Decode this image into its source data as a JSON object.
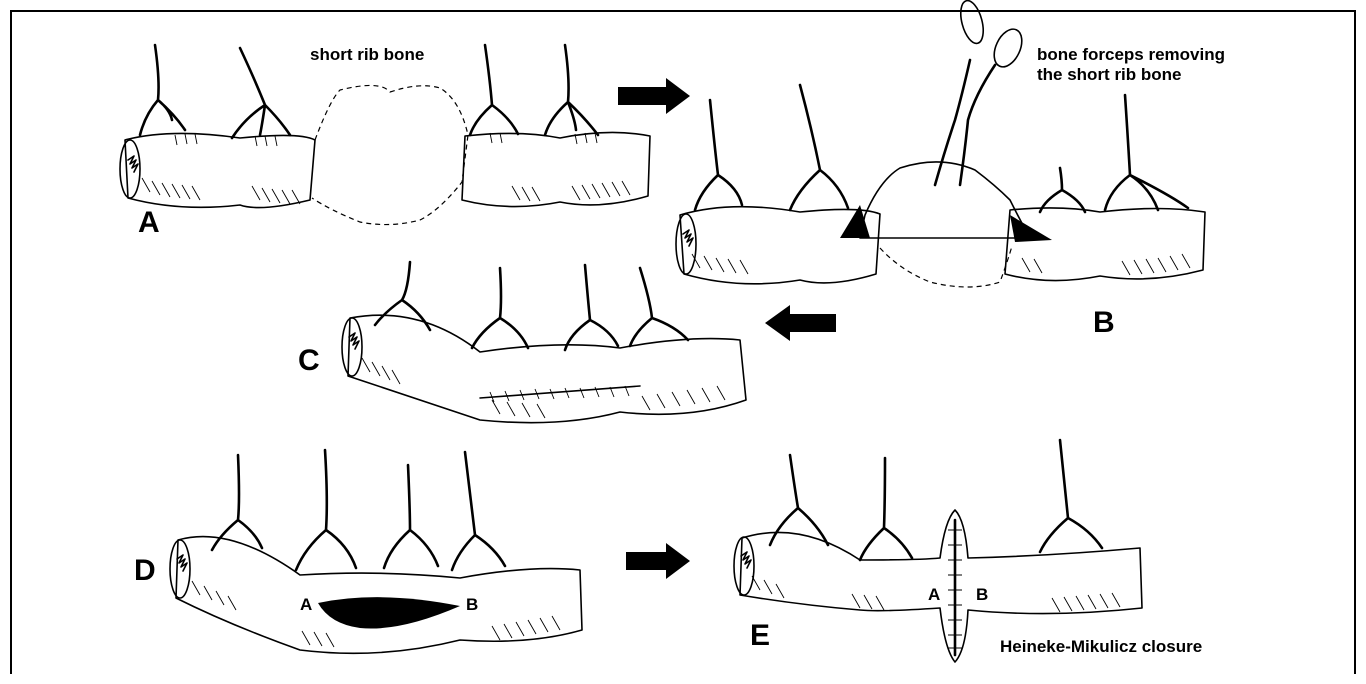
{
  "labels": {
    "panel_a": "A",
    "panel_b": "B",
    "panel_c": "C",
    "panel_d": "D",
    "panel_e": "E",
    "short_rib_bone": "short rib bone",
    "forceps_line1": "bone forceps removing",
    "forceps_line2": "the short rib bone",
    "incision_end_a": "A",
    "incision_end_b": "B",
    "closure_end_a": "A",
    "closure_end_b": "B",
    "closure_caption": "Heineke-Mikulicz closure"
  },
  "colors": {
    "ink": "#000000",
    "background": "#ffffff"
  }
}
